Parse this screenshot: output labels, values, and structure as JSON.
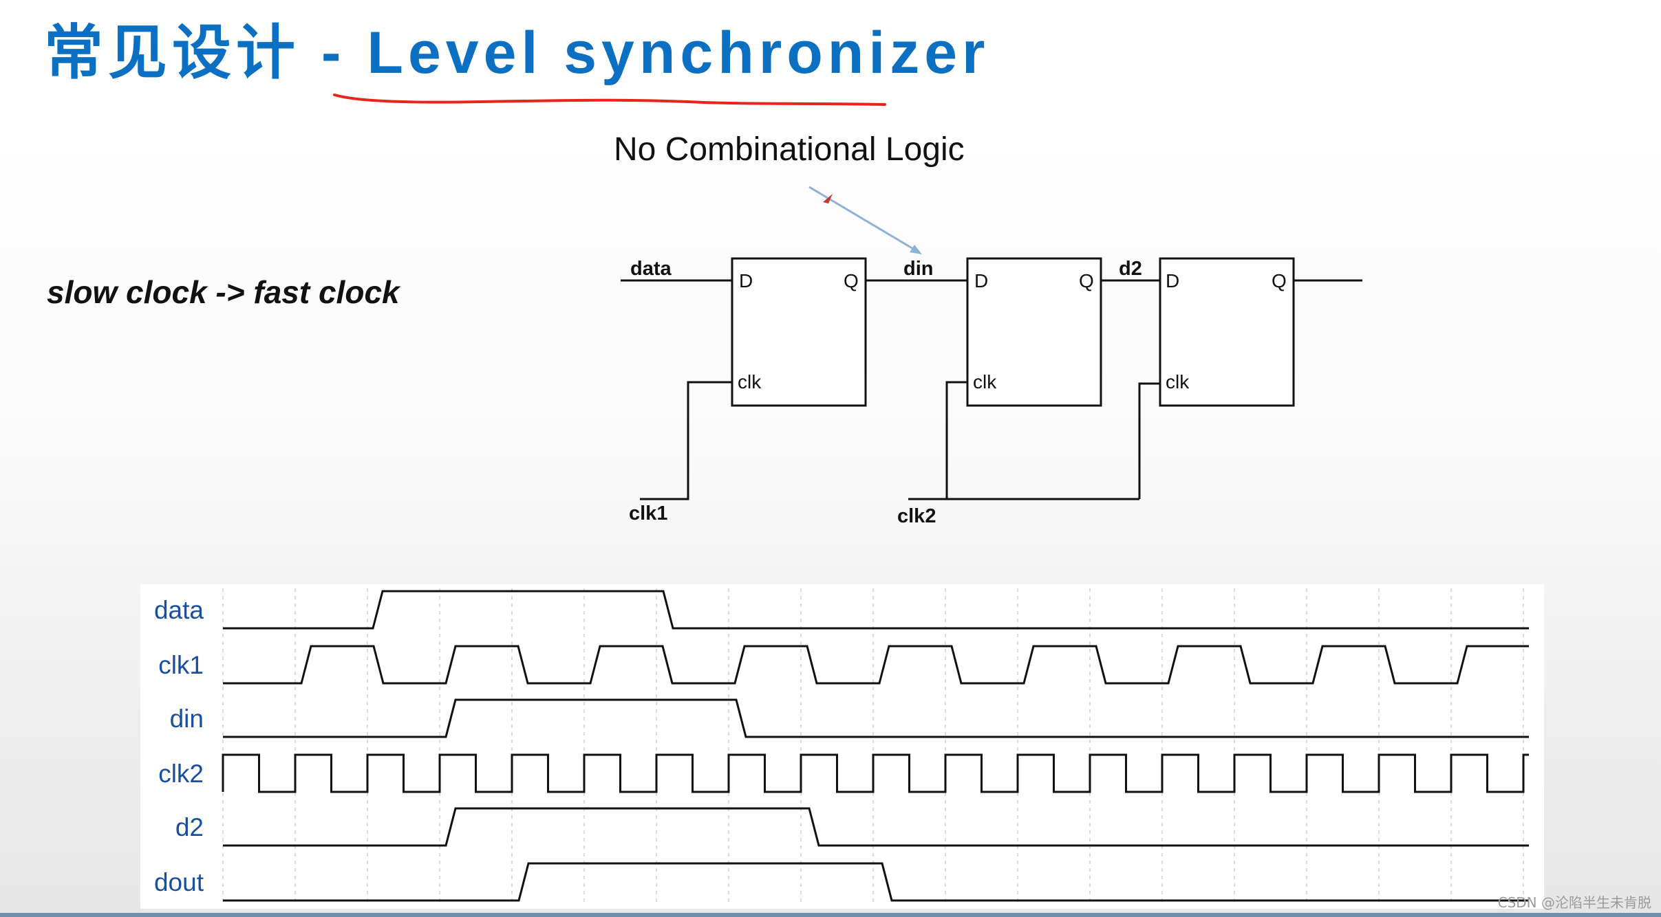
{
  "title": "常见设计 - Level synchronizer",
  "subtitle": "slow clock -> fast clock",
  "annotation": "No Combinational Logic",
  "circuit": {
    "flops": [
      {
        "d": "D",
        "q": "Q",
        "clk": "clk"
      },
      {
        "d": "D",
        "q": "Q",
        "clk": "clk"
      },
      {
        "d": "D",
        "q": "Q",
        "clk": "clk"
      }
    ],
    "nets": {
      "data": "data",
      "din": "din",
      "d2": "d2",
      "clk1": "clk1",
      "clk2": "clk2"
    }
  },
  "timing": {
    "signals": [
      "data",
      "clk1",
      "din",
      "clk2",
      "d2",
      "dout"
    ]
  },
  "watermark": "CSDN @沦陷半生未肯脱",
  "colors": {
    "title": "#0b6fc2",
    "underline": "#e8241c",
    "signal_label": "#1a4fa0",
    "arrow": "#8eb1d8"
  }
}
